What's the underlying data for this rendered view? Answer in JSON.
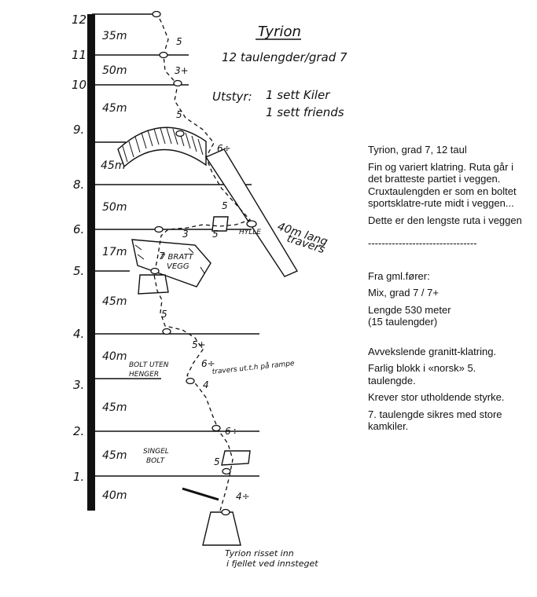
{
  "topo": {
    "title": "Tyrion",
    "subtitle": "12 taulengder/grad 7",
    "gear_label": "Utstyr:",
    "gear_1": "1 sett Kiler",
    "gear_2": "1 sett friends",
    "pitch_numbers": [
      "1.",
      "2.",
      "3.",
      "4.",
      "5.",
      "6.",
      "8.",
      "9.",
      "10.",
      "11.",
      "12."
    ],
    "pitch_lengths": [
      "40m",
      "45m",
      "45m",
      "40m",
      "45m",
      "17m",
      "50m",
      "45m",
      "45m",
      "50m",
      "35m"
    ],
    "grades": [
      "4÷",
      "5",
      "6÷",
      "4",
      "6÷",
      "5+",
      "5",
      "7",
      "3",
      "5",
      "5",
      "6÷",
      "5",
      "3+",
      "5"
    ],
    "labels": {
      "bratt_vegg_1": "7 BRATT",
      "bratt_vegg_2": "VEGG",
      "hylle": "HYLLE",
      "travers_1": "40m lang",
      "travers_2": "travers",
      "bolt_uten_1": "BOLT UTEN",
      "bolt_uten_2": "HENGER",
      "travers_rampe": "travers ut.t.h på rampe",
      "singel_1": "SINGEL",
      "singel_2": "BOLT",
      "start_1": "Tyrion risset inn",
      "start_2": "i fjellet ved innsteget"
    }
  },
  "description": {
    "heading": "Tyrion, grad 7, 12 taul",
    "p1": "Fin og variert klatring. Ruta går i det bratteste partiet i veggen. Cruxtaulengden er som en boltet sportsklatre-rute midt i veggen...",
    "p2": "Dette er den lengste ruta i veggen",
    "separator": "--------------------------------",
    "old_guide": "Fra gml.fører:",
    "grade": "Mix, grad 7 / 7+",
    "length_1": "Lengde 530 meter",
    "length_2": "(15 taulengder)",
    "p3": "Avvekslende granitt-klatring.",
    "p4": "Farlig blokk i «norsk» 5. taulengde.",
    "p5": "Krever stor utholdende styrke.",
    "p6": "7. taulengde sikres med store kamkiler."
  }
}
